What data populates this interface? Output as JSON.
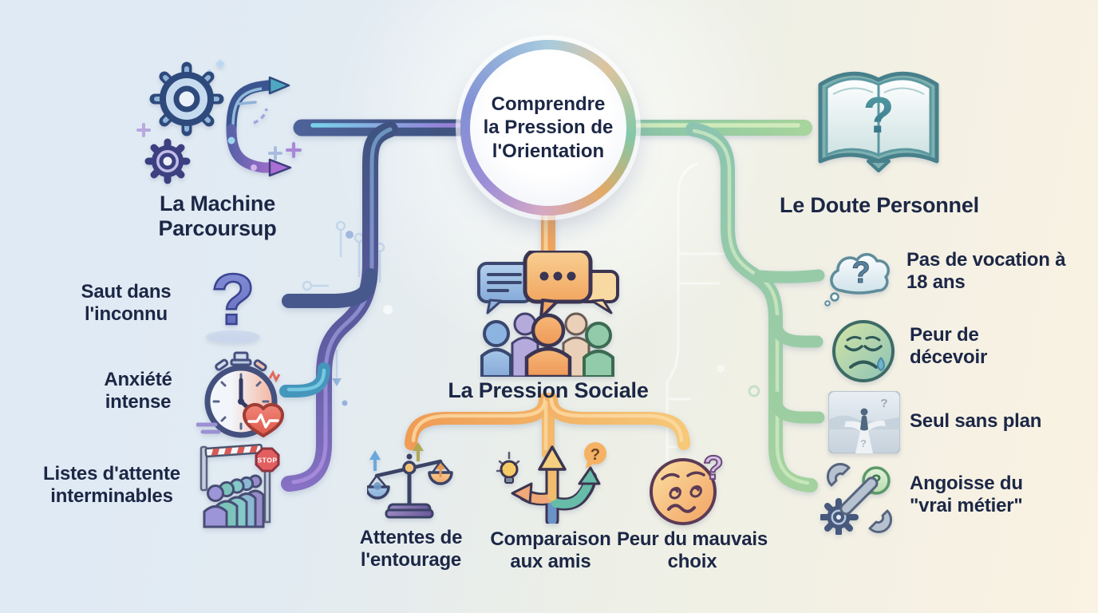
{
  "theme": {
    "bg_left": "#dfeaf5",
    "bg_right": "#faf2e2",
    "text": "#1c2746",
    "accent_blue": "#41598c",
    "accent_purple": "#8a76c8",
    "accent_orange": "#f2a863",
    "accent_green": "#96caa4",
    "accent_teal": "#4596bc"
  },
  "center": {
    "title": "Comprendre la Pression de l'Orientation"
  },
  "parcoursup": {
    "title": "La Machine Parcoursup",
    "saut": "Saut dans l'inconnu",
    "anxiete": "Anxiété intense",
    "listes": "Listes d'attente interminables"
  },
  "sociale": {
    "title": "La Pression Sociale",
    "attentes": "Attentes de l'entourage",
    "comparaison": "Comparaison aux amis",
    "peur": "Peur du mauvais choix"
  },
  "doute": {
    "title": "Le Doute Personnel",
    "vocation": "Pas de vocation à 18 ans",
    "decevoir": "Peur de décevoir",
    "seul": "Seul sans plan",
    "angoisse": "Angoisse du \"vrai métier\""
  },
  "glyphs": {
    "question_mark": "?",
    "stop": "STOP"
  },
  "icon_names": [
    "gears-flow-icon",
    "question-mark-icon",
    "stopwatch-heart-icon",
    "queue-stop-icon",
    "chat-people-icon",
    "balance-scale-icon",
    "diverging-arrows-icon",
    "confused-face-icon",
    "open-book-question-icon",
    "thought-cloud-icon",
    "sad-tear-face-icon",
    "crossroads-icon",
    "wrench-gear-question-icon"
  ]
}
